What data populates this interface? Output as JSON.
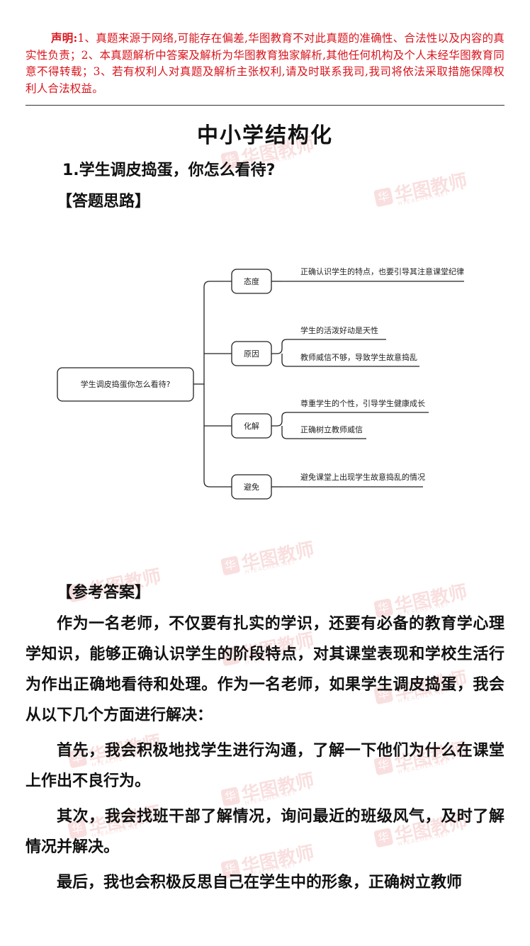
{
  "disclaimer": {
    "lead": "声明:",
    "text": "1、真题来源于网络,可能存在偏差,华图教育不对此真题的准确性、合法性以及内容的真实性负责；2、本真题解析中答案及解析为华图教育独家解析,其他任何机构及个人未经华图教育同意不得转载；3、若有权利人对真题及解析主张权利,请及时联系我司,我司将依法采取措施保障权利人合法权益。"
  },
  "title": "中小学结构化",
  "question": "1.学生调皮捣蛋，你怎么看待?",
  "thinking_label": "【答题思路】",
  "mindmap": {
    "root": "学生调皮捣蛋你怎么看待?",
    "branches": [
      {
        "label": "态度",
        "leaves": [
          "正确认识学生的特点，也要引导其注意课堂纪律"
        ]
      },
      {
        "label": "原因",
        "leaves": [
          "学生的活泼好动是天性",
          "教师威信不够，导致学生故意捣乱"
        ]
      },
      {
        "label": "化解",
        "leaves": [
          "尊重学生的个性，引导学生健康成长",
          "正确树立教师威信"
        ]
      },
      {
        "label": "避免",
        "leaves": [
          "避免课堂上出现学生故意捣乱的情况"
        ]
      }
    ]
  },
  "answer_label": "【参考答案】",
  "paragraphs": [
    "作为一名老师，不仅要有扎实的学识，还要有必备的教育学心理学知识，能够正确认识学生的阶段特点，对其课堂表现和学校生活行为作出正确地看待和处理。作为一名老师，如果学生调皮捣蛋，我会从以下几个方面进行解决：",
    "首先，我会积极地找学生进行沟通，了解一下他们为什么在课堂上作出不良行为。",
    "其次，我会找班干部了解情况，询问最近的班级风气，及时了解情况并解决。",
    "最后，我也会积极反思自己在学生中的形象，正确树立教师"
  ],
  "watermark": {
    "logo": "华",
    "text": "华图教师",
    "sub": "HTEACHER.NET"
  }
}
